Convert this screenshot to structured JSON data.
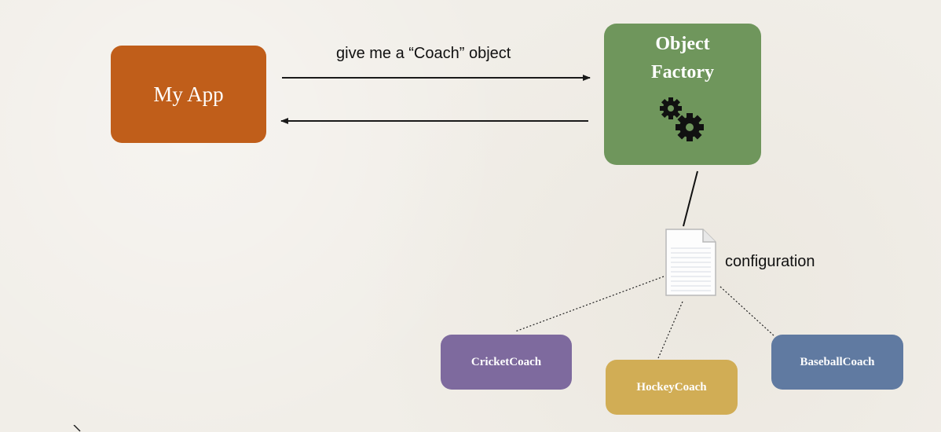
{
  "diagram": {
    "my_app": {
      "label": "My App",
      "color": "#c05e1a"
    },
    "factory": {
      "title_line1": "Object",
      "title_line2": "Factory",
      "color": "#6f965c",
      "icon": "gears-icon"
    },
    "request_label": "give me a “Coach” object",
    "config": {
      "label": "configuration",
      "icon": "document-icon"
    },
    "coaches": {
      "cricket": {
        "label": "CricketCoach",
        "color": "#7e6a9e"
      },
      "hockey": {
        "label": "HockeyCoach",
        "color": "#d1ad55"
      },
      "baseball": {
        "label": "BaseballCoach",
        "color": "#607aa1"
      }
    }
  }
}
